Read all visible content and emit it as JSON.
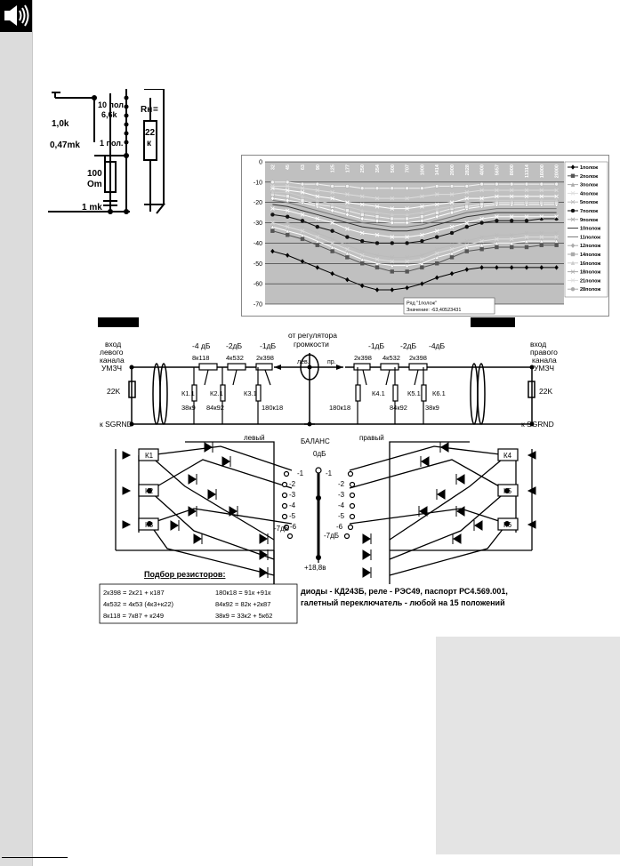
{
  "top_schematic": {
    "labels": {
      "r1": "1,0k",
      "c1": "0,47mk",
      "pos10": "10 пол.",
      "r_sw": "6,6k",
      "pos1": "1 пол.",
      "r100": "100",
      "ohm": "Om",
      "c2": "1 mk",
      "rn": "Rн",
      "rn_eq": "=",
      "rn_val1": "22",
      "rn_val2": "к"
    }
  },
  "chart_data": {
    "type": "line",
    "categories": [
      "32",
      "45",
      "63",
      "90",
      "125",
      "177",
      "250",
      "354",
      "500",
      "707",
      "1000",
      "1414",
      "2000",
      "2828",
      "4000",
      "5657",
      "8000",
      "11314",
      "16000",
      "20000"
    ],
    "ylim": [
      -70,
      0
    ],
    "yticks": [
      "0",
      "-10",
      "-20",
      "-30",
      "-40",
      "-50",
      "-60",
      "-70"
    ],
    "grid": true,
    "legend_position": "right",
    "tooltip": {
      "line1": "Ряд \"1полож\"",
      "line2": "Значение: -63,40523431"
    },
    "series": [
      {
        "name": "1полож",
        "color": "#000000",
        "marker": "diamond",
        "values": [
          -44,
          -46,
          -49,
          -52,
          -55,
          -58,
          -61,
          -63,
          -63,
          -62,
          -60,
          -57,
          -55,
          -53,
          -52,
          -52,
          -52,
          -52,
          -52,
          -52
        ]
      },
      {
        "name": "2полож",
        "color": "#555555",
        "marker": "square",
        "values": [
          -34,
          -36,
          -38,
          -41,
          -44,
          -47,
          -50,
          -52,
          -54,
          -54,
          -52,
          -50,
          -47,
          -44,
          -43,
          -42,
          -42,
          -42,
          -41,
          -41
        ]
      },
      {
        "name": "3полож",
        "color": "#ffffff",
        "marker": "triangle",
        "values": [
          -32,
          -34,
          -36,
          -39,
          -42,
          -45,
          -48,
          -50,
          -51,
          -51,
          -50,
          -47,
          -45,
          -42,
          -41,
          -40,
          -40,
          -39,
          -39,
          -39
        ]
      },
      {
        "name": "4полож",
        "color": "#dddddd",
        "marker": "x",
        "values": [
          -30,
          -32,
          -34,
          -37,
          -40,
          -43,
          -46,
          -48,
          -49,
          -49,
          -48,
          -45,
          -43,
          -41,
          -39,
          -38,
          -38,
          -37,
          -37,
          -37
        ]
      },
      {
        "name": "5полож",
        "color": "#bbbbbb",
        "marker": "star",
        "values": [
          -28,
          -30,
          -32,
          -35,
          -38,
          -41,
          -44,
          -46,
          -47,
          -47,
          -46,
          -43,
          -41,
          -39,
          -37,
          -36,
          -36,
          -35,
          -35,
          -35
        ]
      },
      {
        "name": "7полож",
        "color": "#111111",
        "marker": "circle",
        "values": [
          -26,
          -27,
          -29,
          -32,
          -34,
          -37,
          -39,
          -40,
          -40,
          -40,
          -39,
          -37,
          -35,
          -32,
          -30,
          -29,
          -29,
          -29,
          -28,
          -28
        ]
      },
      {
        "name": "9полож",
        "color": "#ffffff",
        "marker": "plus",
        "values": [
          -23,
          -24,
          -26,
          -28,
          -30,
          -33,
          -35,
          -36,
          -37,
          -37,
          -36,
          -34,
          -32,
          -30,
          -28,
          -27,
          -27,
          -27,
          -27,
          -27
        ]
      },
      {
        "name": "10полож",
        "color": "#333333",
        "marker": "line",
        "values": [
          -21,
          -22,
          -24,
          -26,
          -28,
          -30,
          -32,
          -33,
          -34,
          -34,
          -33,
          -31,
          -29,
          -27,
          -26,
          -25,
          -25,
          -25,
          -25,
          -25
        ]
      },
      {
        "name": "11полож",
        "color": "#777777",
        "marker": "line",
        "values": [
          -19,
          -20,
          -22,
          -24,
          -26,
          -28,
          -30,
          -31,
          -32,
          -32,
          -31,
          -29,
          -27,
          -25,
          -24,
          -23,
          -23,
          -23,
          -23,
          -23
        ]
      },
      {
        "name": "12полож",
        "color": "#ffffff",
        "marker": "diamond",
        "values": [
          -18,
          -19,
          -20,
          -22,
          -24,
          -26,
          -28,
          -29,
          -30,
          -30,
          -29,
          -27,
          -25,
          -23,
          -22,
          -21,
          -21,
          -21,
          -21,
          -21
        ]
      },
      {
        "name": "14полож",
        "color": "#eeeeee",
        "marker": "square",
        "values": [
          -16,
          -17,
          -19,
          -21,
          -22,
          -24,
          -26,
          -27,
          -28,
          -28,
          -27,
          -25,
          -23,
          -22,
          -21,
          -20,
          -20,
          -20,
          -20,
          -20
        ]
      },
      {
        "name": "16полож",
        "color": "#cccccc",
        "marker": "triangle",
        "values": [
          -15,
          -15,
          -17,
          -19,
          -21,
          -22,
          -24,
          -25,
          -26,
          -26,
          -25,
          -23,
          -22,
          -20,
          -19,
          -19,
          -19,
          -19,
          -19,
          -19
        ]
      },
      {
        "name": "18полож",
        "color": "#ffffff",
        "marker": "x",
        "values": [
          -13,
          -14,
          -15,
          -17,
          -18,
          -20,
          -21,
          -22,
          -23,
          -23,
          -22,
          -21,
          -20,
          -18,
          -18,
          -17,
          -17,
          -17,
          -17,
          -17
        ]
      },
      {
        "name": "21полож",
        "color": "#dddddd",
        "marker": "star",
        "values": [
          -12,
          -12,
          -13,
          -14,
          -15,
          -16,
          -17,
          -18,
          -18,
          -18,
          -17,
          -16,
          -16,
          -15,
          -14,
          -14,
          -14,
          -14,
          -14,
          -14
        ]
      },
      {
        "name": "28полож",
        "color": "#f2f2f2",
        "marker": "circle",
        "values": [
          -10,
          -10,
          -11,
          -11,
          -12,
          -12,
          -13,
          -13,
          -13,
          -13,
          -13,
          -12,
          -12,
          -12,
          -11,
          -11,
          -11,
          -11,
          -11,
          -11
        ]
      }
    ]
  },
  "circuit": {
    "top_labels": {
      "m4l": "-4 дБ",
      "m2l": "-2дБ",
      "m1l": "-1дБ",
      "m1r": "-1дБ",
      "m2r": "-2дБ",
      "m4r": "-4дБ",
      "from_reg1": "от регулятора",
      "from_reg2": "громкости",
      "lev": "лев.",
      "pr": "пр."
    },
    "left_input": {
      "line1": "вход",
      "line2": "левого",
      "line3": "канала",
      "line4": "УМЗЧ",
      "r": "22K",
      "gnd": "к SGRND"
    },
    "right_input": {
      "line1": "вход",
      "line2": "правого",
      "line3": "канала",
      "line4": "УМЗЧ",
      "r": "22K",
      "gnd": "к SGRND"
    },
    "resistors_left": {
      "r1": "8к118",
      "r2": "4к532",
      "r3": "2к398",
      "k1": "К1.1",
      "k2": "К2.1",
      "k3": "К3.1",
      "b1": "38к9",
      "b2": "84к92",
      "b3": "180к18"
    },
    "resistors_right": {
      "r1": "2к398",
      "r2": "4к532",
      "r3": "2к398",
      "k4": "К4.1",
      "k5": "К5.1",
      "k6": "К6.1",
      "b1": "180к18",
      "b2": "84к92",
      "b3": "38к9"
    },
    "relays": {
      "k1": "К1",
      "k2": "К2",
      "k3": "К3",
      "k4": "К4",
      "k5": "К5",
      "k6": "К6"
    },
    "switch": {
      "levy": "левый",
      "pravy": "правый",
      "balans": "БАЛАНС",
      "zero": "0дБ",
      "ln": [
        "-1",
        "-2",
        "-3",
        "-4",
        "-5",
        "-6"
      ],
      "rn": [
        "-1",
        "-2",
        "-3",
        "-4",
        "-5",
        "-6"
      ],
      "l7": "-7дБ",
      "r7": "-7дБ",
      "supply": "+18,8в"
    },
    "selection_title": "Подбор резисторов:",
    "table_rows": [
      [
        "2к398 =  2к21 + к187",
        "180к18 =  91к +91к"
      ],
      [
        "4к532 =  4к53  (4к3+к22)",
        "84к92 =  82к +2к87"
      ],
      [
        "8к118 = 7к87  + к249",
        "38к9  =  33к2 + 5к62"
      ]
    ],
    "note_line1": "диоды - КД243Б, реле - РЭС49, паспорт РС4.569.001,",
    "note_line2": "галетный переключатель - любой на 15 положений"
  },
  "colors": {
    "sidebar": "#dcdcdc",
    "plot_area": "#c0c0c0",
    "panel": "#e4e4e4"
  }
}
